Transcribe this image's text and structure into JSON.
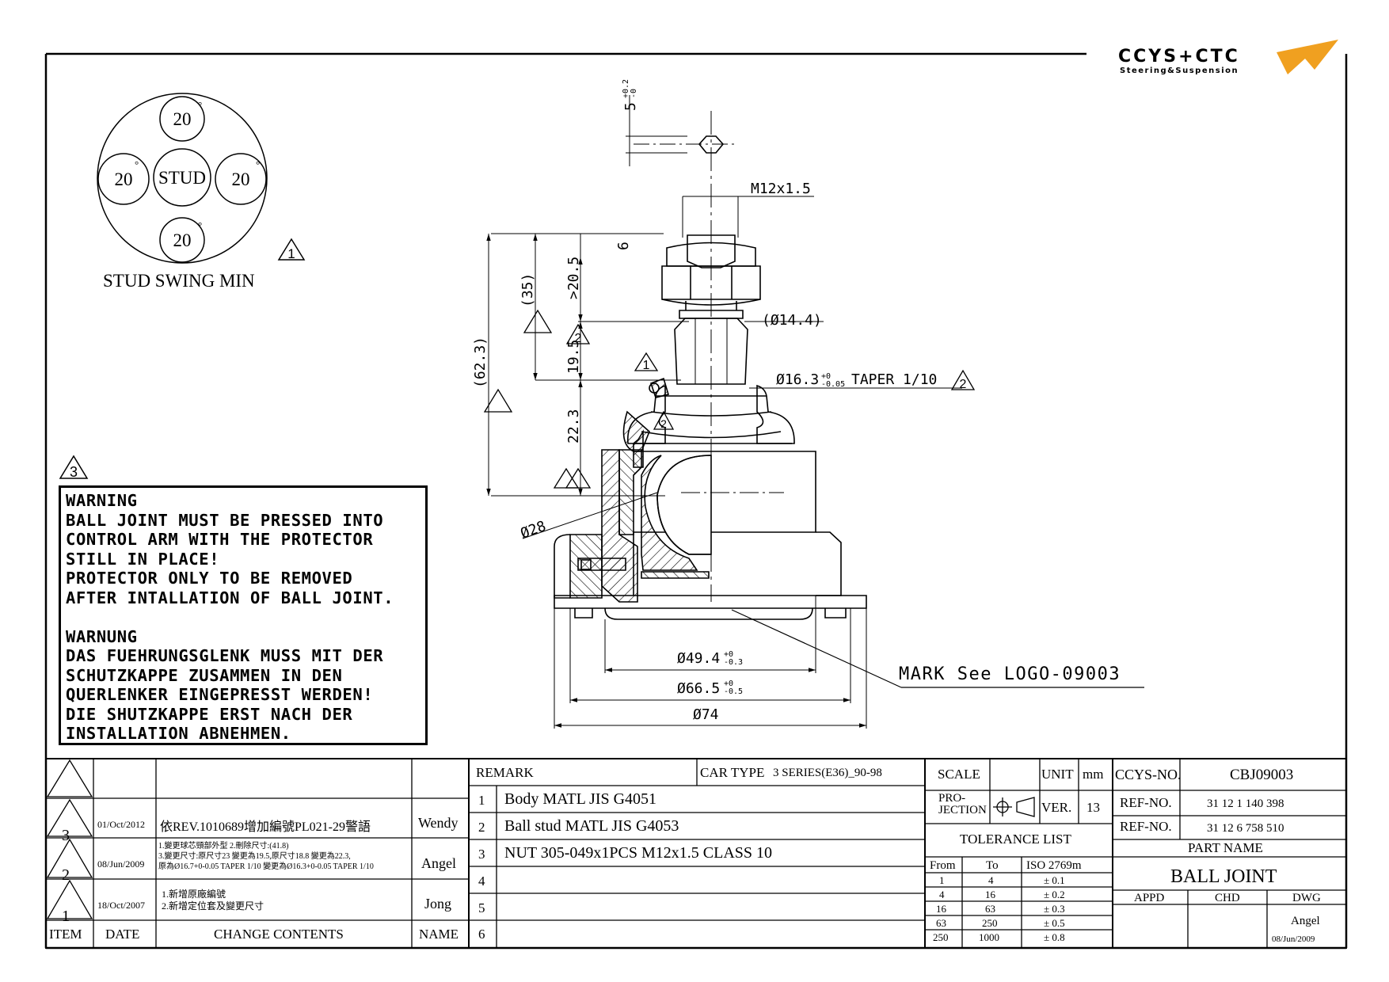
{
  "logo": {
    "brand": "CCYS+CTC",
    "tagline": "Steering&Suspension",
    "color_gray": "#777777",
    "color_orange": "#f0a020"
  },
  "swing": {
    "top": "20",
    "left": "20",
    "right": "20",
    "bottom": "20",
    "degree_mark": "°",
    "center": "STUD",
    "caption": "STUD SWING MIN",
    "rev_mark": "1"
  },
  "dims": {
    "thread_pitch": "5",
    "thread_tol_upper": "+0.2",
    "thread_tol_lower": "-0",
    "m12": "M12x1.5",
    "six": "6",
    "h205": ">20.5",
    "h35": "(35)",
    "h623": "(62.3)",
    "h195": "19.5",
    "h223": "22.3",
    "d144": "(Ø14.4)",
    "d163": "Ø16.3",
    "d163_tol_upper": "+0",
    "d163_tol_lower": "-0.05",
    "taper": "TAPER 1/10",
    "d28": "Ø28",
    "d494": "Ø49.4",
    "d494_tol_upper": "+0",
    "d494_tol_lower": "-0.3",
    "d665": "Ø66.5",
    "d665_tol_upper": "+0",
    "d665_tol_lower": "-0.5",
    "d74": "Ø74",
    "mark": "MARK See LOGO-09003",
    "rev_mark_1": "1",
    "rev_mark_2": "2",
    "rev_mark_3": "3"
  },
  "warning": {
    "lines": [
      "WARNING",
      "BALL JOINT MUST BE PRESSED INTO",
      "CONTROL ARM WITH THE PROTECTOR",
      "STILL IN PLACE!",
      "PROTECTOR ONLY TO BE REMOVED",
      "AFTER INTALLATION OF BALL JOINT.",
      "",
      "WARNUNG",
      "DAS FUEHRUNGSGLENK MUSS MIT DER",
      "SCHUTZKAPPE ZUSAMMEN IN DEN",
      "QUERLENKER EINGEPRESST WERDEN!",
      "DIE SHUTZKAPPE ERST NACH DER",
      "INSTALLATION ABNEHMEN."
    ]
  },
  "revisions": {
    "headers": {
      "item": "ITEM",
      "date": "DATE",
      "change": "CHANGE CONTENTS",
      "name": "NAME"
    },
    "rows": [
      {
        "item": "3",
        "date": "01/Oct/2012",
        "change": [
          "依REV.1010689增加編號PL021-29警語"
        ],
        "name": "Wendy"
      },
      {
        "item": "2",
        "date": "08/Jun/2009",
        "change": [
          "1.變更球芯頸部外型 2.刪除尺寸:(41.8)",
          "3.變更尺寸:原尺寸23 變更為19.5,原尺寸18.8 變更為22.3,",
          "原為Ø16.7+0-0.05 TAPER 1/10 變更為Ø16.3+0-0.05 TAPER 1/10"
        ],
        "name": "Angel"
      },
      {
        "item": "1",
        "date": "18/Oct/2007",
        "change": [
          "1.新增原廠編號",
          "2.新增定位套及變更尺寸"
        ],
        "name": "Jong"
      }
    ]
  },
  "remarks": {
    "title": "REMARK",
    "car_type_label": "CAR TYPE",
    "car_type_value": "3 SERIES(E36)_90-98",
    "items": [
      {
        "no": "1",
        "text": "Body MATL JIS G4051"
      },
      {
        "no": "2",
        "text": "Ball stud MATL JIS G4053"
      },
      {
        "no": "3",
        "text": "NUT 305-049x1PCS M12x1.5 CLASS 10"
      },
      {
        "no": "4",
        "text": ""
      },
      {
        "no": "5",
        "text": ""
      },
      {
        "no": "6",
        "text": ""
      }
    ]
  },
  "specs": {
    "scale_label": "SCALE",
    "scale_value": "",
    "unit_label": "UNIT",
    "unit_value": "mm",
    "projection_label_1": "PRO-",
    "projection_label_2": "JECTION",
    "ver_label": "VER.",
    "ver_value": "13",
    "tolerance_title": "TOLERANCE LIST",
    "tolerance_headers": {
      "from": "From",
      "to": "To",
      "std": "ISO 2769m"
    },
    "tolerances": [
      {
        "from": "1",
        "to": "4",
        "tol": "± 0.1"
      },
      {
        "from": "4",
        "to": "16",
        "tol": "± 0.2"
      },
      {
        "from": "16",
        "to": "63",
        "tol": "± 0.3"
      },
      {
        "from": "63",
        "to": "250",
        "tol": "± 0.5"
      },
      {
        "from": "250",
        "to": "1000",
        "tol": "± 0.8"
      }
    ]
  },
  "title_block": {
    "ccys_label": "CCYS-NO.",
    "ccys_value": "CBJ09003",
    "ref_label": "REF-NO.",
    "ref_1": "31 12 1 140 398",
    "ref_2": "31 12 6 758 510",
    "part_name_label": "PART NAME",
    "part_name": "BALL JOINT",
    "appd_label": "APPD",
    "chd_label": "CHD",
    "dwg_label": "DWG",
    "dwg_name": "Angel",
    "dwg_date": "08/Jun/2009"
  }
}
